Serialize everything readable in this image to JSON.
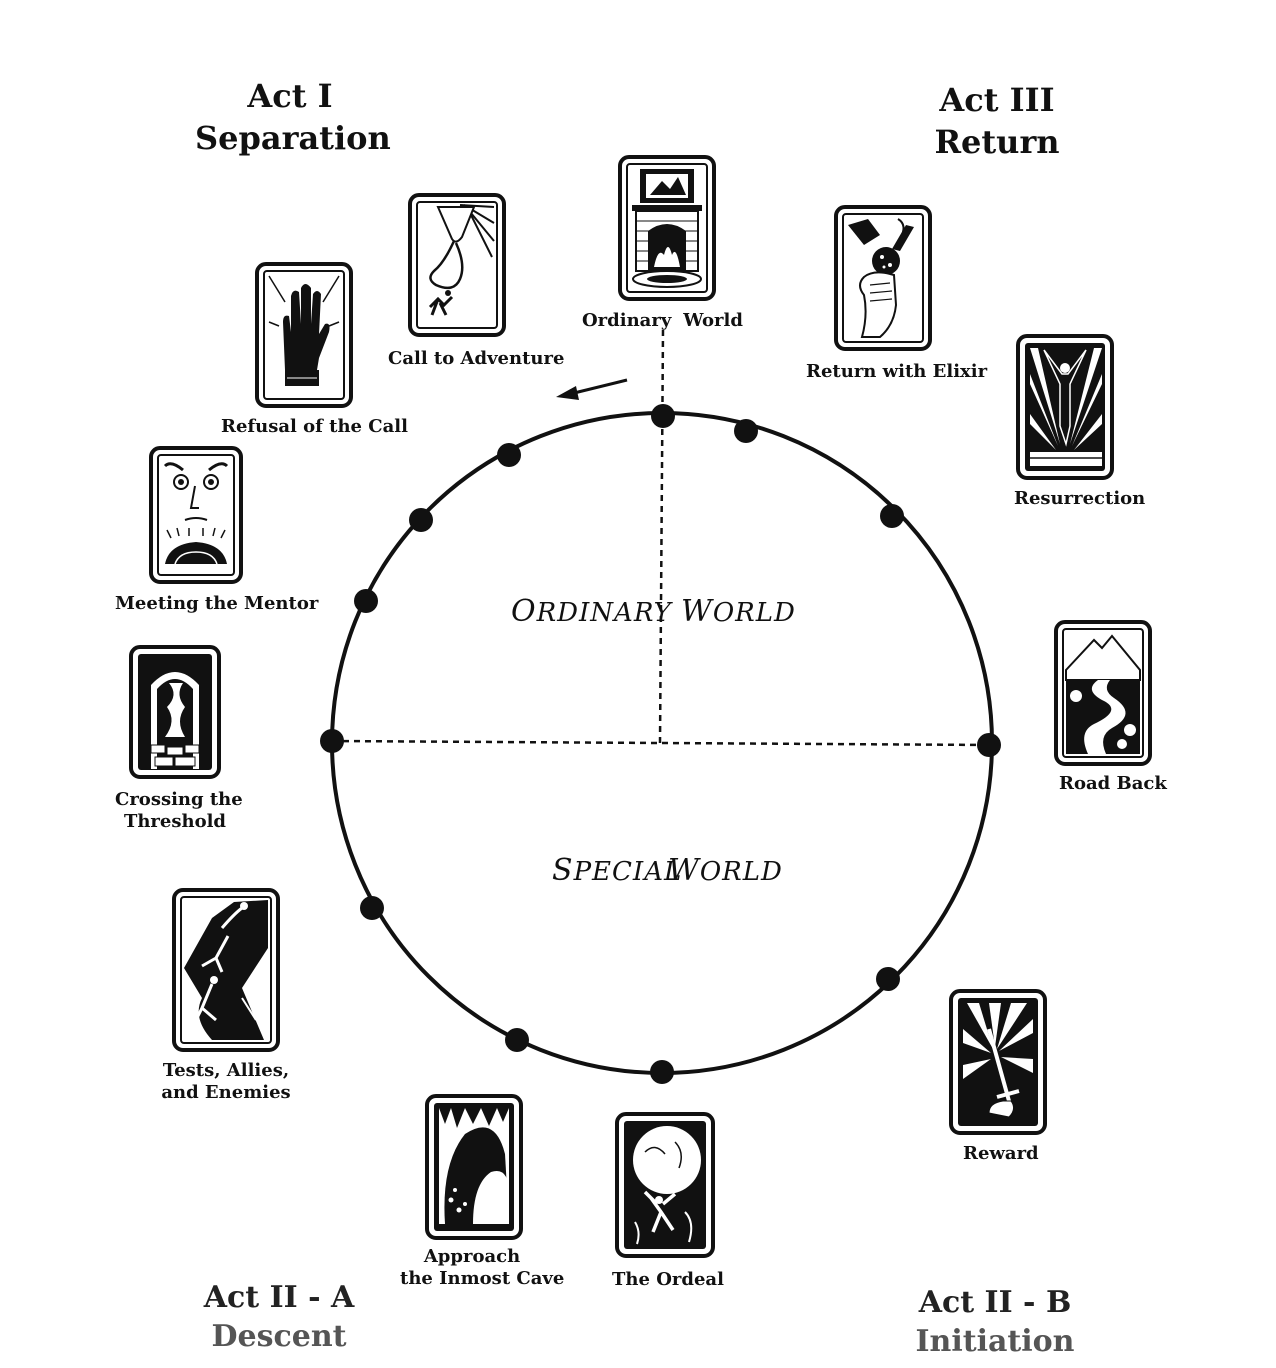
{
  "acts": {
    "act1": {
      "line1": "Act I",
      "line2": "Separation"
    },
    "act3": {
      "line1": "Act III",
      "line2": "Return"
    },
    "act2a": {
      "line1": "Act II - A",
      "line2": "Descent"
    },
    "act2b": {
      "line1": "Act II - B",
      "line2": "Initiation"
    }
  },
  "worlds": {
    "ordinary_left": {
      "cap": "O",
      "rest": "RDINARY"
    },
    "ordinary_right": {
      "cap": "W",
      "rest": "ORLD"
    },
    "special_left": {
      "cap": "S",
      "rest": "PECIAL"
    },
    "special_right": {
      "cap": "W",
      "rest": "ORLD"
    }
  },
  "stages": [
    {
      "id": "ordinary-world",
      "label_a": "Ordinary",
      "label_b": "World",
      "icon": "fireplace-icon"
    },
    {
      "id": "call-to-adventure",
      "label": "Call to Adventure",
      "icon": "horn-icon"
    },
    {
      "id": "refusal-of-the-call",
      "label": "Refusal of the Call",
      "icon": "raised-hand-icon"
    },
    {
      "id": "meeting-the-mentor",
      "label": "Meeting the Mentor",
      "icon": "mentor-face-icon"
    },
    {
      "id": "crossing-the-threshold",
      "label_lines": [
        "Crossing the",
        "Threshold"
      ],
      "icon": "doorway-icon"
    },
    {
      "id": "tests-allies-enemies",
      "label_lines": [
        "Tests, Allies,",
        "and Enemies"
      ],
      "icon": "climbers-icon"
    },
    {
      "id": "approach-inmost-cave",
      "label_lines": [
        "Approach",
        "the Inmost Cave"
      ],
      "icon": "cave-icon"
    },
    {
      "id": "the-ordeal",
      "label": "The Ordeal",
      "icon": "boulder-icon"
    },
    {
      "id": "reward",
      "label": "Reward",
      "icon": "sword-icon"
    },
    {
      "id": "road-back",
      "label": "Road Back",
      "icon": "mountain-road-icon"
    },
    {
      "id": "resurrection",
      "label": "Resurrection",
      "icon": "rising-figure-icon"
    },
    {
      "id": "return-with-elixir",
      "label": "Return with Elixir",
      "icon": "elixir-hand-icon"
    }
  ]
}
